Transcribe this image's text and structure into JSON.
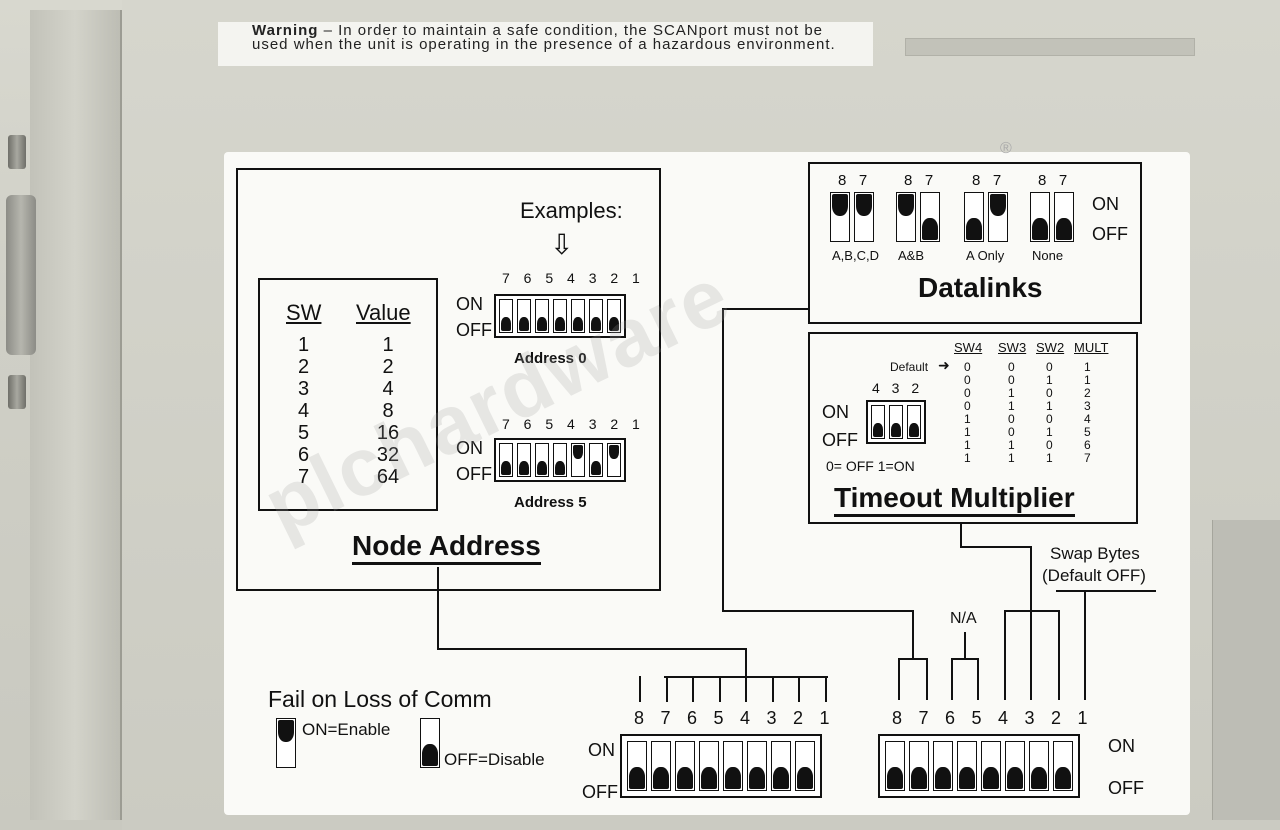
{
  "warning": {
    "title": "Warning",
    "text": " – In order to maintain a safe condition, the SCANport must not be used when the unit is operating in the presence of a hazardous environment."
  },
  "node_address": {
    "title": "Node Address",
    "col_sw": "SW",
    "col_value": "Value",
    "rows": [
      {
        "sw": "1",
        "value": "1"
      },
      {
        "sw": "2",
        "value": "2"
      },
      {
        "sw": "3",
        "value": "4"
      },
      {
        "sw": "4",
        "value": "8"
      },
      {
        "sw": "5",
        "value": "16"
      },
      {
        "sw": "6",
        "value": "32"
      },
      {
        "sw": "7",
        "value": "64"
      }
    ],
    "examples": "Examples:",
    "switch_numbers": "7 6 5 4 3 2 1",
    "on": "ON",
    "off": "OFF",
    "example1_caption": "Address 0",
    "example2_caption": "Address 5"
  },
  "datalinks": {
    "title": "Datalinks",
    "groups": [
      {
        "numbers": "8   7",
        "label": "A,B,C,D"
      },
      {
        "numbers": "8   7",
        "label": "A&B"
      },
      {
        "numbers": "8   7",
        "label": "A Only"
      },
      {
        "numbers": "8   7",
        "label": "None"
      }
    ],
    "on": "ON",
    "off": "OFF"
  },
  "timeout": {
    "title": "Timeout Multiplier",
    "default_label": "Default",
    "switch_numbers": "4 3 2",
    "on": "ON",
    "off": "OFF",
    "legend": "0= OFF  1=ON",
    "headers": [
      "SW4",
      "SW3",
      "SW2",
      "MULT"
    ],
    "rows": [
      [
        "0",
        "0",
        "0",
        "1"
      ],
      [
        "0",
        "0",
        "1",
        "1"
      ],
      [
        "0",
        "1",
        "0",
        "2"
      ],
      [
        "0",
        "1",
        "1",
        "3"
      ],
      [
        "1",
        "0",
        "0",
        "4"
      ],
      [
        "1",
        "0",
        "1",
        "5"
      ],
      [
        "1",
        "1",
        "0",
        "6"
      ],
      [
        "1",
        "1",
        "1",
        "7"
      ]
    ]
  },
  "fail_comm": {
    "title": "Fail on Loss of Comm",
    "on_label": "ON=Enable",
    "off_label": "OFF=Disable"
  },
  "swap_bytes": {
    "line1": "Swap Bytes",
    "line2": "(Default OFF)"
  },
  "na_label": "N/A",
  "bottom_left_numbers": [
    "8",
    "7",
    "6",
    "5",
    "4",
    "3",
    "2",
    "1"
  ],
  "bottom_right_numbers": [
    "8",
    "7",
    "6",
    "5",
    "4",
    "3",
    "2",
    "1"
  ],
  "bottom_on": "ON",
  "bottom_off": "OFF",
  "watermark": "plchardware",
  "registered": "®"
}
